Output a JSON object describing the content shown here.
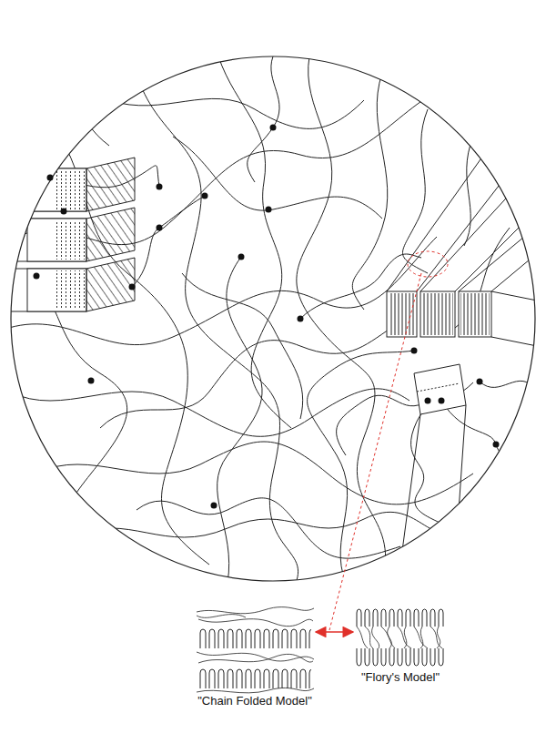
{
  "diagram": {
    "nodes": [
      {
        "text": [
          "\"Chain Folded Model\""
        ]
      },
      {
        "text": [
          "\"Flory's Model\""
        ]
      }
    ],
    "edges": [
      {
        "from": 0,
        "to": 1,
        "arrow": "both"
      }
    ]
  }
}
